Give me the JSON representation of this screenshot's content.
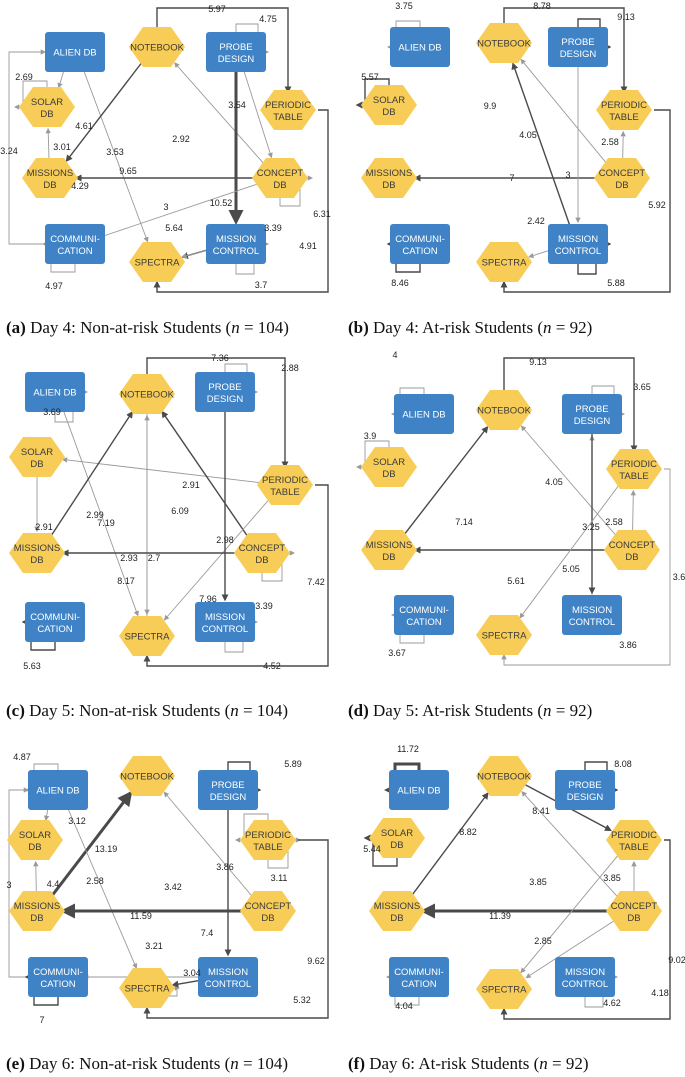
{
  "colors": {
    "db_node": "#3f83c6",
    "hex_node": "#f8cd57",
    "edge": "#4a4a4a",
    "edge_dashed": "#9a9a9a"
  },
  "panels": [
    {
      "id": "a",
      "caption": {
        "letter": "(a)",
        "title": "Day 4: Non-at-risk Students (",
        "n_label": "n",
        "n_value": " = 104)"
      },
      "edges": [
        {
          "label": "5.97"
        },
        {
          "label": "4.75"
        },
        {
          "label": "3.53"
        },
        {
          "label": "2.69"
        },
        {
          "label": "4.61"
        },
        {
          "label": "3.54"
        },
        {
          "label": "3.01"
        },
        {
          "label": "2.92"
        },
        {
          "label": "9.65"
        },
        {
          "label": "4.29"
        },
        {
          "label": "3.24"
        },
        {
          "label": "10.52"
        },
        {
          "label": "3"
        },
        {
          "label": "5.64"
        },
        {
          "label": "3.39"
        },
        {
          "label": "6.31"
        },
        {
          "label": "4.91"
        },
        {
          "label": "4.97"
        },
        {
          "label": "3.7"
        }
      ]
    },
    {
      "id": "b",
      "caption": {
        "letter": "(b)",
        "title": "Day 4: At-risk Students (",
        "n_label": "n",
        "n_value": " = 92)"
      },
      "edges": [
        {
          "label": "3.75"
        },
        {
          "label": "8.78"
        },
        {
          "label": "9.13"
        },
        {
          "label": "5.57"
        },
        {
          "label": "9.9"
        },
        {
          "label": "4.05"
        },
        {
          "label": "2.58"
        },
        {
          "label": "7"
        },
        {
          "label": "3"
        },
        {
          "label": "2.42"
        },
        {
          "label": "5.92"
        },
        {
          "label": "8.46"
        },
        {
          "label": "5.88"
        }
      ]
    },
    {
      "id": "c",
      "caption": {
        "letter": "(c)",
        "title": "Day 5: Non-at-risk Students (",
        "n_label": "n",
        "n_value": " = 104)"
      },
      "edges": [
        {
          "label": "7.36"
        },
        {
          "label": "2.88"
        },
        {
          "label": "3.69"
        },
        {
          "label": "2.91"
        },
        {
          "label": "2.99"
        },
        {
          "label": "2.91"
        },
        {
          "label": "7.19"
        },
        {
          "label": "6.09"
        },
        {
          "label": "2.98"
        },
        {
          "label": "2.93"
        },
        {
          "label": "2.7"
        },
        {
          "label": "8.17"
        },
        {
          "label": "7.96"
        },
        {
          "label": "3.39"
        },
        {
          "label": "7.42"
        },
        {
          "label": "5.63"
        },
        {
          "label": "4.52"
        }
      ]
    },
    {
      "id": "d",
      "caption": {
        "letter": "(d)",
        "title": "Day 5: At-risk Students (",
        "n_label": "n",
        "n_value": " = 92)"
      },
      "edges": [
        {
          "label": "4"
        },
        {
          "label": "9.13"
        },
        {
          "label": "3.65"
        },
        {
          "label": "3.9"
        },
        {
          "label": "4.05"
        },
        {
          "label": "7.14"
        },
        {
          "label": "3.25"
        },
        {
          "label": "2.58"
        },
        {
          "label": "5.05"
        },
        {
          "label": "5.61"
        },
        {
          "label": "3.6"
        },
        {
          "label": "3.67"
        },
        {
          "label": "3.86"
        }
      ]
    },
    {
      "id": "e",
      "caption": {
        "letter": "(e)",
        "title": "Day 6: Non-at-risk Students (",
        "n_label": "n",
        "n_value": " = 104)"
      },
      "edges": [
        {
          "label": "4.87"
        },
        {
          "label": "5.89"
        },
        {
          "label": "3.12"
        },
        {
          "label": "13.19"
        },
        {
          "label": "2.58"
        },
        {
          "label": "3.86"
        },
        {
          "label": "3.11"
        },
        {
          "label": "3"
        },
        {
          "label": "4.4"
        },
        {
          "label": "3.42"
        },
        {
          "label": "11.59"
        },
        {
          "label": "7.4"
        },
        {
          "label": "3.21"
        },
        {
          "label": "3.04"
        },
        {
          "label": "9.62"
        },
        {
          "label": "5.32"
        },
        {
          "label": "7"
        }
      ]
    },
    {
      "id": "f",
      "caption": {
        "letter": "(f)",
        "title": "Day 6: At-risk Students (",
        "n_label": "n",
        "n_value": " = 92)"
      },
      "edges": [
        {
          "label": "11.72"
        },
        {
          "label": "8.08"
        },
        {
          "label": "8.41"
        },
        {
          "label": "8.82"
        },
        {
          "label": "5.44"
        },
        {
          "label": "3.85"
        },
        {
          "label": "3.85"
        },
        {
          "label": "11.39"
        },
        {
          "label": "2.85"
        },
        {
          "label": "9.02"
        },
        {
          "label": "4.04"
        },
        {
          "label": "4.62"
        },
        {
          "label": "4.18"
        }
      ]
    }
  ],
  "nodes": {
    "alien": {
      "line1": "ALIEN DB",
      "line2": ""
    },
    "notebook": {
      "line1": "NOTEBOOK",
      "line2": ""
    },
    "probe": {
      "line1": "PROBE",
      "line2": "DESIGN"
    },
    "solar": {
      "line1": "SOLAR",
      "line2": "DB"
    },
    "periodic": {
      "line1": "PERIODIC",
      "line2": "TABLE"
    },
    "missions": {
      "line1": "MISSIONS",
      "line2": "DB"
    },
    "concept": {
      "line1": "CONCEPT",
      "line2": "DB"
    },
    "comm": {
      "line1": "COMMUNI-",
      "line2": "CATION"
    },
    "spectra": {
      "line1": "SPECTRA",
      "line2": ""
    },
    "mission_control": {
      "line1": "MISSION",
      "line2": "CONTROL"
    }
  }
}
